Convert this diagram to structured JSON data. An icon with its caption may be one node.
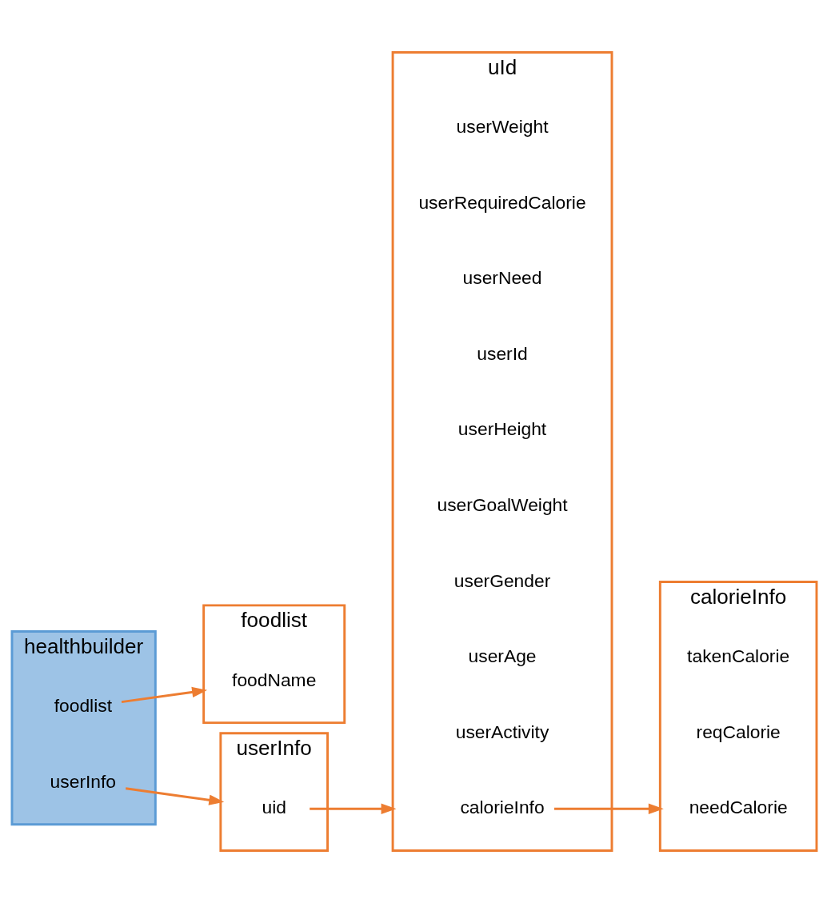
{
  "diagram": {
    "nodes": [
      {
        "text": [
          "healthbuilder"
        ]
      },
      {
        "text": [
          "foodlist"
        ],
        "in": 0
      },
      {
        "text": [
          "userInfo"
        ],
        "in": 0
      },
      {
        "text": [
          "foodlist"
        ]
      },
      {
        "text": [
          "foodName"
        ],
        "in": 3
      },
      {
        "text": [
          "userInfo"
        ]
      },
      {
        "text": [
          "uid"
        ],
        "in": 5
      },
      {
        "text": [
          "uId"
        ]
      },
      {
        "text": [
          "calorieInfo"
        ],
        "in": 7
      },
      {
        "text": [
          "userActivity"
        ],
        "in": 7
      },
      {
        "text": [
          "userAge"
        ],
        "in": 7
      },
      {
        "text": [
          "userGender"
        ],
        "in": 7
      },
      {
        "text": [
          "userGoalWeight"
        ],
        "in": 7
      },
      {
        "text": [
          "userHeight"
        ],
        "in": 7
      },
      {
        "text": [
          "userId"
        ],
        "in": 7
      },
      {
        "text": [
          "userNeed"
        ],
        "in": 7
      },
      {
        "text": [
          "userRequiredCalorie"
        ],
        "in": 7
      },
      {
        "text": [
          "userWeight"
        ],
        "in": 7
      },
      {
        "text": [
          "calorieInfo"
        ]
      },
      {
        "text": [
          "needCalorie"
        ],
        "in": 18
      },
      {
        "text": [
          "reqCalorie"
        ],
        "in": 18
      },
      {
        "text": [
          "takenCalorie"
        ],
        "in": 18
      }
    ],
    "edges": [
      {
        "from": 1,
        "to": 3,
        "arrow": "to"
      },
      {
        "from": 2,
        "to": 5,
        "arrow": "to"
      },
      {
        "from": 6,
        "to": 7,
        "arrow": "to"
      },
      {
        "from": 8,
        "to": 18,
        "arrow": "to"
      }
    ]
  }
}
